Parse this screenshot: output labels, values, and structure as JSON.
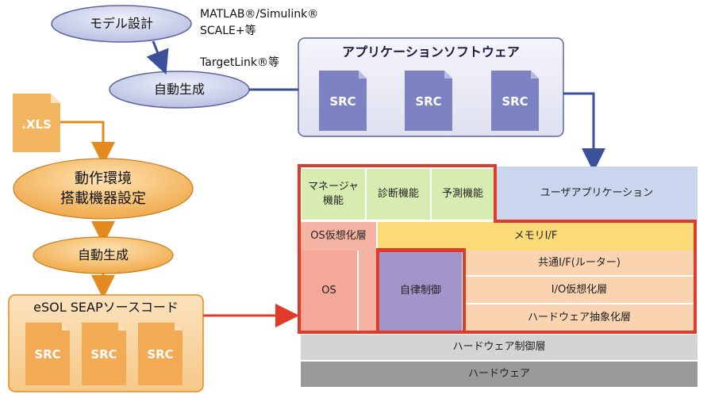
{
  "top": {
    "model_design": "モデル設計",
    "tool_label_1": "MATLAB®/Simulink®",
    "tool_label_2": "SCALE+等",
    "tool_label_3": "TargetLink®等",
    "auto_gen_top": "自動生成"
  },
  "app_software": {
    "title": "アプリケーションソフトウェア",
    "src": [
      "SRC",
      "SRC",
      "SRC"
    ]
  },
  "left": {
    "xls": ".XLS",
    "env_setting_line1": "動作環境",
    "env_setting_line2": "搭載機器設定",
    "auto_gen": "自動生成",
    "esol_title": "eSOL SEAPソースコード",
    "src": [
      "SRC",
      "SRC",
      "SRC"
    ]
  },
  "arch": {
    "manager_line1": "マネージャ",
    "manager_line2": "機能",
    "diagnosis": "診断機能",
    "prediction": "予測機能",
    "user_app": "ユーザアプリケーション",
    "os_virtual": "OS仮想化層",
    "memory_if": "メモリI/F",
    "os": "OS",
    "autonomous": "自律制御",
    "common_if": "共通I/F(ルーター)",
    "io_virtual": "I/O仮想化層",
    "hw_abstraction": "ハードウェア抽象化層",
    "hw_control": "ハードウェア制御層",
    "hardware": "ハードウェア"
  },
  "colors": {
    "ellipse_blue": "#c9cdea",
    "ellipse_orange": "#f2b25a",
    "src_purple": "#7d82c2",
    "src_orange": "#f2aa55",
    "red_outline": "#e03a2a",
    "arrow_blue": "#3b4f9b",
    "arrow_orange": "#e28a1d"
  }
}
